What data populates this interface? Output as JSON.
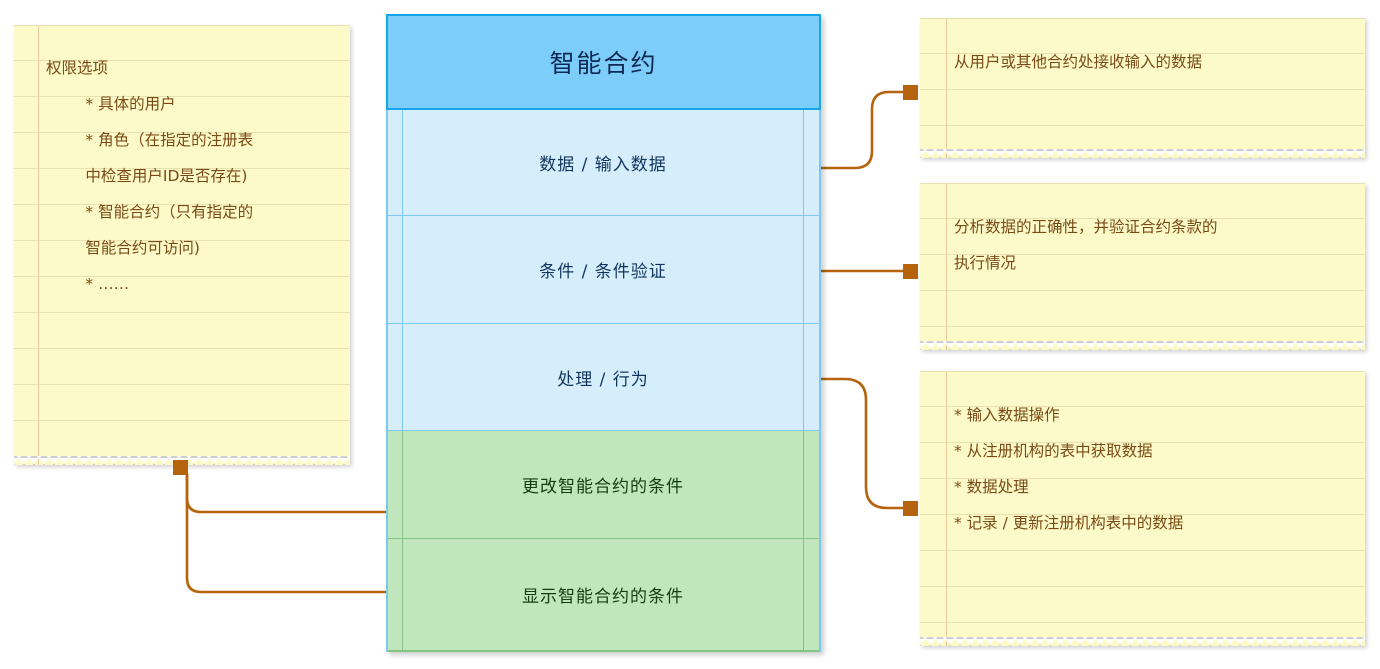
{
  "diagram": {
    "title": "智能合约",
    "colors": {
      "header_fill": "#7ccdfa",
      "header_border": "#15a5e8",
      "blue_fill": "#d6eefb",
      "blue_border": "#7ec9f2",
      "green_fill": "#bfe6bd",
      "green_border": "#86c486",
      "note_fill": "#fcfac8",
      "note_text": "#7a4a16",
      "connector": "#b5630c"
    }
  },
  "contract_box": {
    "header_label": "智能合约",
    "rows": [
      {
        "label": "数据 / 输入数据",
        "tone": "blue"
      },
      {
        "label": "条件 / 条件验证",
        "tone": "blue"
      },
      {
        "label": "处理 / 行为",
        "tone": "blue"
      },
      {
        "label": "更改智能合约的条件",
        "tone": "green"
      },
      {
        "label": "显示智能合约的条件",
        "tone": "green"
      }
    ]
  },
  "notes": {
    "permissions": {
      "text": "权限选项\n        * 具体的用户\n        * 角色（在指定的注册表\n        中检查用户ID是否存在)\n        * 智能合约（只有指定的\n        智能合约可访问)\n        * ……"
    },
    "input_data": {
      "text": "从用户或其他合约处接收输入的数据"
    },
    "conditions": {
      "text": "分析数据的正确性，并验证合约条款的\n执行情况"
    },
    "processing": {
      "text": "* 输入数据操作\n* 从注册机构的表中获取数据\n* 数据处理\n* 记录 / 更新注册机构表中的数据"
    }
  }
}
